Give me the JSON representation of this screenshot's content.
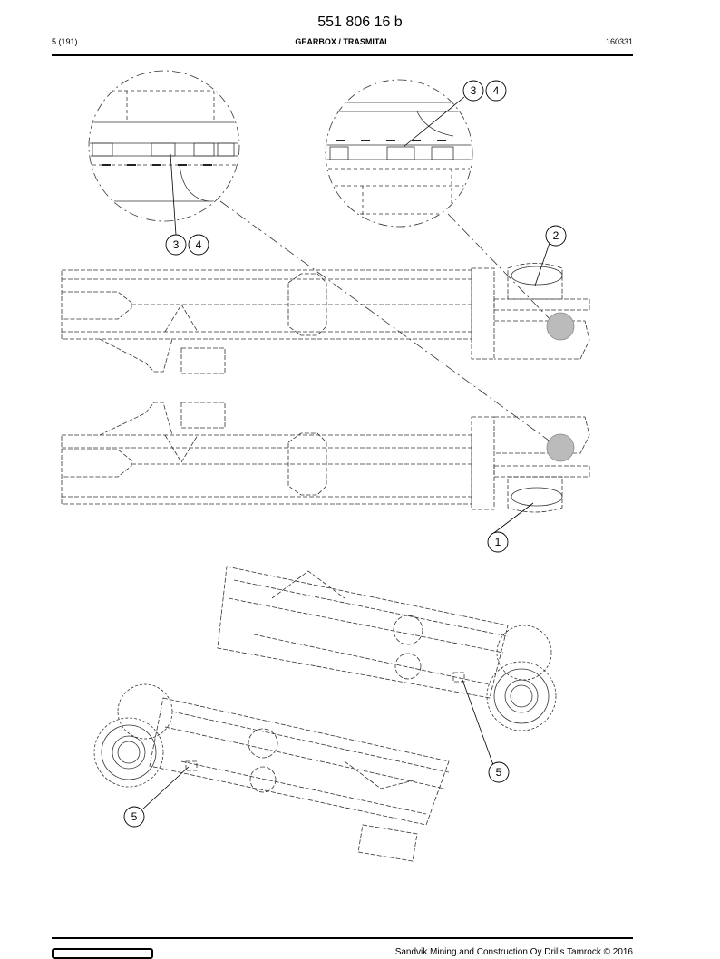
{
  "header": {
    "doc_number": "551 806 16 b",
    "page_ref": "5 (191)",
    "section_title": "GEARBOX / TRASMITAL",
    "date_code": "160331"
  },
  "callouts": [
    {
      "id": "c-3a",
      "label": "3"
    },
    {
      "id": "c-4a",
      "label": "4"
    },
    {
      "id": "c-3b",
      "label": "3"
    },
    {
      "id": "c-4b",
      "label": "4"
    },
    {
      "id": "c-2",
      "label": "2"
    },
    {
      "id": "c-1",
      "label": "1"
    },
    {
      "id": "c-5a",
      "label": "5"
    },
    {
      "id": "c-5b",
      "label": "5"
    }
  ],
  "footer": {
    "copyright": "Sandvik Mining and Construction Oy Drills Tamrock © 2016"
  }
}
